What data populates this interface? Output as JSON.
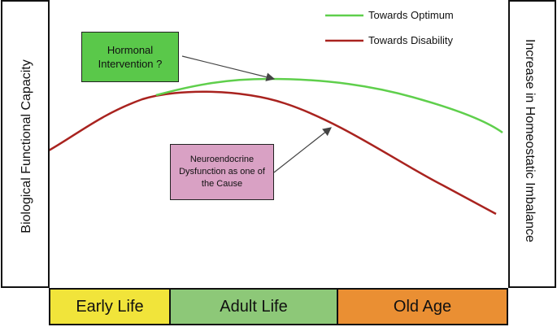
{
  "axes": {
    "left_label": "Biological Functional Capacity",
    "right_label": "Increase in Homeostatic Imbalance"
  },
  "legend": {
    "optimum": "Towards Optimum",
    "disability": "Towards Disability"
  },
  "notes": {
    "hormonal": "Hormonal Intervention ?",
    "neuroendocrine": "Neuroendocrine Dysfunction as one of the Cause"
  },
  "stages": [
    {
      "label": "Early Life",
      "color": "#f1e43a"
    },
    {
      "label": "Adult Life",
      "color": "#8dc878"
    },
    {
      "label": "Old Age",
      "color": "#ea8f33"
    }
  ],
  "colors": {
    "optimum_line": "#5fcf4c",
    "disability_line": "#a9231f",
    "arrow_blue": "#2c3e99",
    "hormonal_box": "#5ac84a",
    "neuro_box": "#d9a1c4"
  }
}
